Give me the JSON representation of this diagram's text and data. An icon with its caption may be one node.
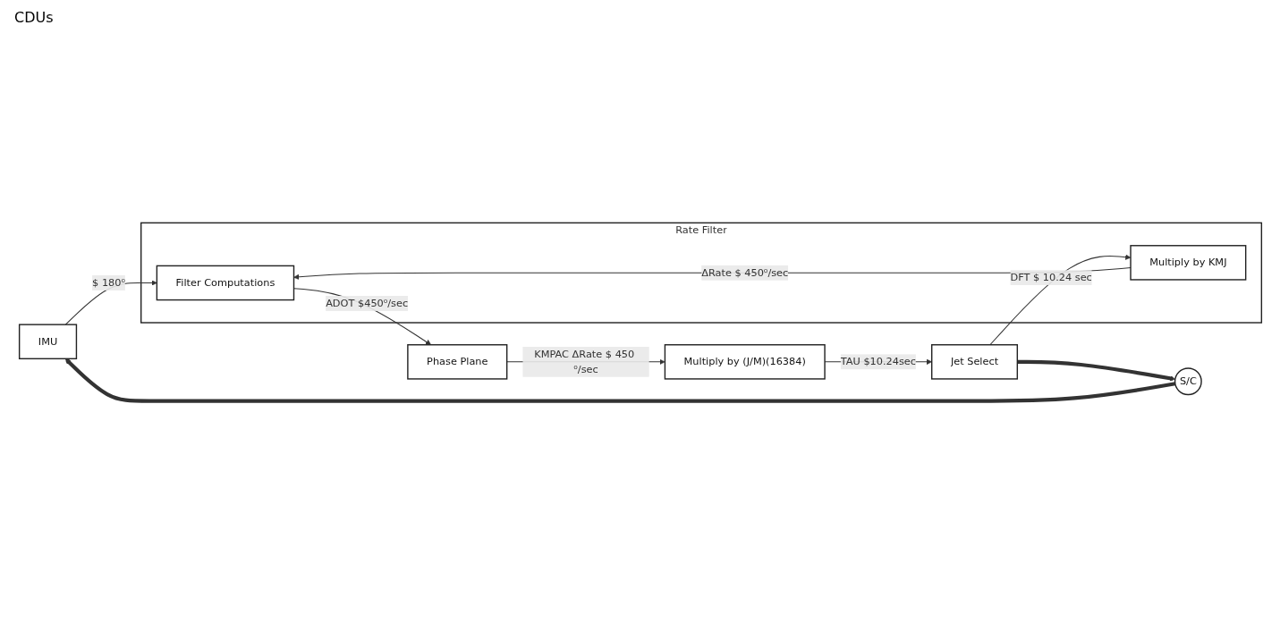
{
  "diagram": {
    "nodes": [
      {
        "text": [
          "IMU"
        ]
      },
      {
        "text": [
          "S/C"
        ]
      },
      {
        "text": [
          "Rate Filter"
        ]
      },
      {
        "text": [
          "Filter Computations"
        ],
        "in": 2
      },
      {
        "text": [
          "Multiply by KMJ"
        ],
        "in": 2
      },
      {
        "text": [
          "Phase Plane"
        ]
      },
      {
        "text": [
          "Multiply by (J/M)(16384)"
        ]
      },
      {
        "text": [
          "Jet Select"
        ]
      }
    ],
    "edges": [
      {
        "from": 1,
        "to": 0,
        "arrow": "to",
        "style": "thick"
      },
      {
        "from": 0,
        "to": 3,
        "arrow": "to",
        "label": "$ 180⁰"
      },
      {
        "from": 3,
        "to": 5,
        "arrow": "to",
        "label": "ADOT $450⁰/sec"
      },
      {
        "from": 5,
        "to": 6,
        "arrow": "to",
        "label": "KMPAC ΔRate $ 450 ⁰/sec"
      },
      {
        "from": 6,
        "to": 7,
        "arrow": "to",
        "label": "TAU $10.24sec"
      },
      {
        "from": 7,
        "to": 1,
        "arrow": "to",
        "style": "thick"
      },
      {
        "from": 7,
        "to": 4,
        "arrow": "to",
        "label": "DFT $ 10.24 sec"
      },
      {
        "from": 4,
        "to": 3,
        "arrow": "to",
        "label": "ΔRate $ 450⁰/sec"
      }
    ],
    "labels": [
      "CDUs"
    ]
  }
}
